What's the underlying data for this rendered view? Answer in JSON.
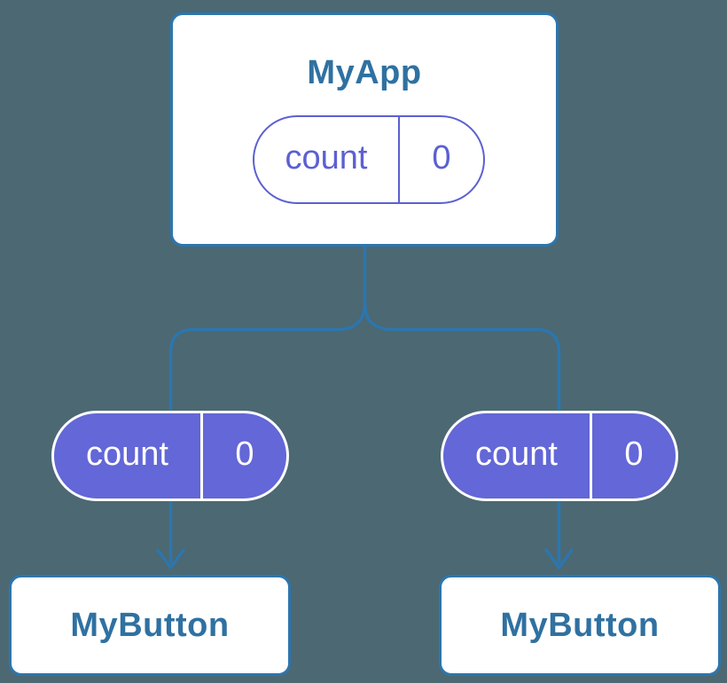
{
  "theme": {
    "background": "#4c6872",
    "connector": "#2c76ae",
    "node_fill": "#ffffff",
    "node_border": "#2c76ae",
    "node_text": "#2f71a1",
    "pill_fill": "#6367d7",
    "pill_outline": "#5c60d2",
    "pill_text_light": "#ffffff"
  },
  "diagram": {
    "root": {
      "title": "MyApp",
      "state": {
        "name": "count",
        "value": "0"
      }
    },
    "branches": [
      {
        "state": {
          "name": "count",
          "value": "0"
        },
        "child": {
          "title": "MyButton"
        }
      },
      {
        "state": {
          "name": "count",
          "value": "0"
        },
        "child": {
          "title": "MyButton"
        }
      }
    ]
  }
}
